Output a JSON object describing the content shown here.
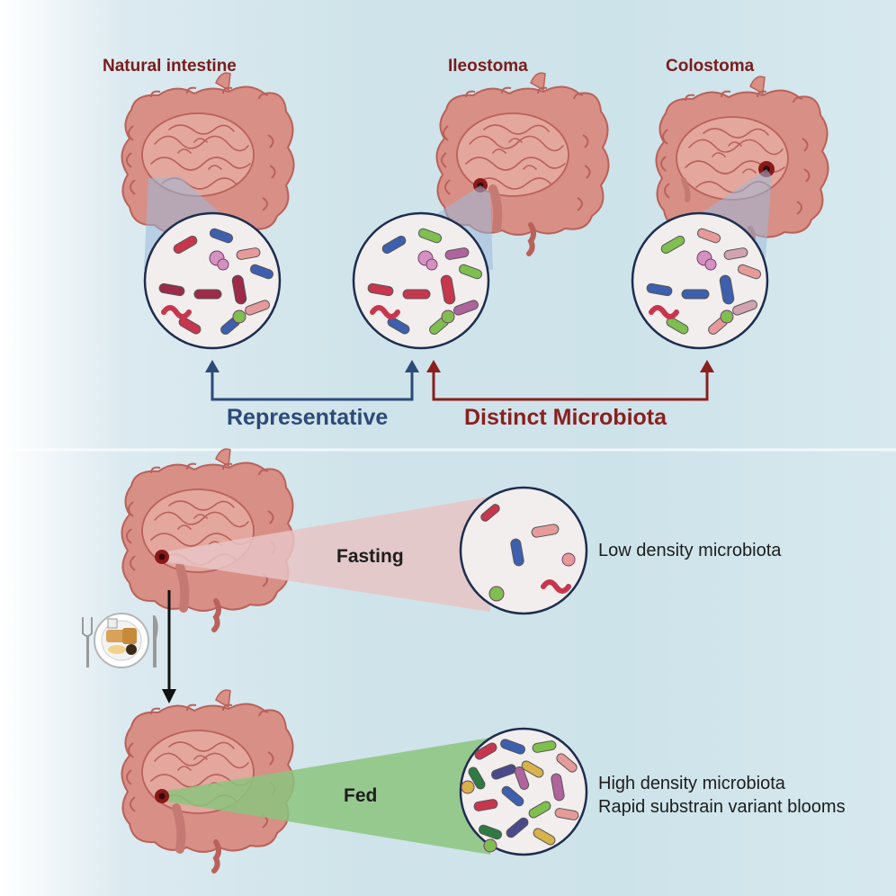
{
  "top": {
    "guts": [
      {
        "title": "Natural intestine"
      },
      {
        "title": "Ileostoma"
      },
      {
        "title": "Colostoma"
      }
    ],
    "comparisons": [
      {
        "label": "Representative",
        "color": "#2c4a78"
      },
      {
        "label": "Distinct Microbiota",
        "color": "#8a1f1f"
      }
    ]
  },
  "bottom": {
    "states": [
      {
        "label": "Fasting",
        "description": "Low density microbiota"
      },
      {
        "label": "Fed",
        "description_lines": [
          "High density microbiota",
          "Rapid substrain variant blooms"
        ]
      }
    ]
  },
  "colors": {
    "intestine": "#d88f86",
    "intestine_dark": "#b9615a",
    "stoma": "#8a1a1a",
    "fasting_cone": "#e8c4c4",
    "fed_cone": "#8cc47e",
    "top_cone": "#9cb9d8",
    "representative": "#2c4a78",
    "distinct": "#8a1f1f"
  },
  "icons": [
    "intestine-icon",
    "bacteria-icon",
    "plate-icon",
    "fork-icon",
    "knife-icon"
  ]
}
